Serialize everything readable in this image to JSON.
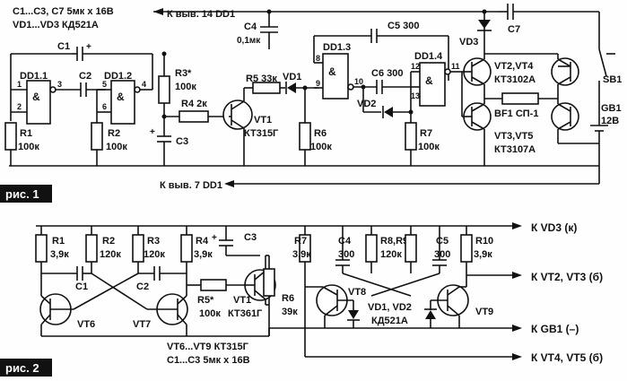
{
  "fig1": {
    "caption": "рис. 1",
    "notes": [
      "C1...C3, C7  5мк х 16В",
      "VD1...VD3  КД521А"
    ],
    "net_top": "К выв. 14 DD1",
    "net_bottom": "К выв. 7 DD1",
    "parts": {
      "C1": "C1",
      "C1_plus": "+",
      "C2": "C2",
      "C3": "C3",
      "C3_plus": "+",
      "C4": "C4",
      "C4_val": "0,1мк",
      "C5": "C5 300",
      "C6": "C6 300",
      "C7": "C7",
      "DD1_1": "DD1.1",
      "DD1_2": "DD1.2",
      "DD1_3": "DD1.3",
      "DD1_4": "DD1.4",
      "amp": "&",
      "R1": "R1",
      "R1_val": "100к",
      "R2": "R2",
      "R2_val": "100к",
      "R3": "R3*",
      "R3_val": "100к",
      "R4": "R4 2к",
      "R5": "R5 33к",
      "R6": "R6",
      "R6_val": "100к",
      "R7": "R7",
      "R7_val": "100к",
      "VT1": "VT1",
      "VT1_type": "КТ315Г",
      "VD1": "VD1",
      "VD2": "VD2",
      "VD3": "VD3",
      "VT2_VT4": "VT2,VT4",
      "VT2_VT4_type": "КТ3102А",
      "VT3_VT5": "VT3,VT5",
      "VT3_VT5_type": "КТ3107А",
      "BF1": "BF1 СП-1",
      "SB1": "SB1",
      "GB1": "GB1",
      "GB1_val": "12В"
    },
    "pins": [
      "1",
      "2",
      "3",
      "4",
      "5",
      "6",
      "8",
      "9",
      "10",
      "12",
      "13",
      "11"
    ]
  },
  "fig2": {
    "caption": "рис. 2",
    "notes": [
      "VT6...VT9  КТ315Г",
      "C1...C3  5мк х 16В"
    ],
    "outputs": [
      "К VD3 (к)",
      "К VT2, VT3 (б)",
      "К GB1 (–)",
      "К VT4, VT5 (б)"
    ],
    "parts": {
      "R1": "R1",
      "R1_val": "3,9к",
      "R2": "R2",
      "R2_val": "120к",
      "R3": "R3",
      "R3_val": "120к",
      "R4": "R4",
      "R4_val": "3,9к",
      "R5": "R5*",
      "R5_val": "100к",
      "R6": "R6",
      "R6_val": "39к",
      "R7": "R7",
      "R7_val": "3,9к",
      "R8_R9": "R8,R9",
      "R8_R9_val": "120к",
      "R10": "R10",
      "R10_val": "3,9к",
      "C1": "C1",
      "C2": "C2",
      "C3": "C3",
      "C3_plus": "+",
      "C4": "C4",
      "C4_val": "300",
      "C5": "C5",
      "C5_val": "300",
      "VT1": "VT1",
      "VT1_type": "КТ361Г",
      "VT6": "VT6",
      "VT7": "VT7",
      "VT8": "VT8",
      "VT9": "VT9",
      "VD": "VD1, VD2",
      "VD_type": "КД521А"
    }
  },
  "colors": {
    "ink": "#111111",
    "paper": "#fefefe"
  }
}
